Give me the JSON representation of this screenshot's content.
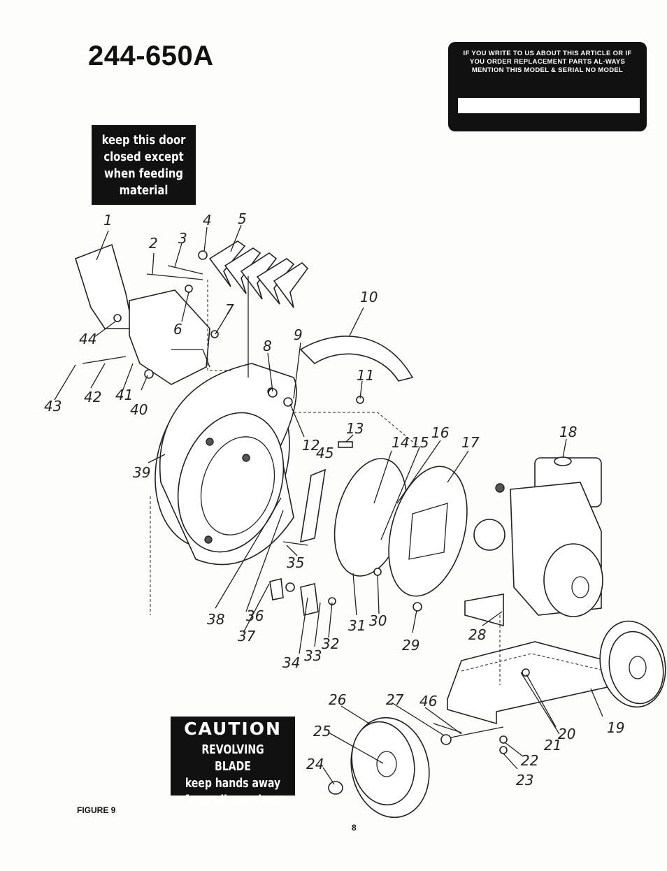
{
  "model_number": "244-650A",
  "notice_box": {
    "text": "IF YOU WRITE TO US ABOUT THIS ARTICLE OR IF YOU ORDER REPLACEMENT PARTS AL-WAYS MENTION THIS MODEL & SERIAL NO MODEL"
  },
  "door_sign": {
    "lines": [
      "keep this door",
      "closed except",
      "when feeding",
      "material"
    ]
  },
  "caution_sign": {
    "heading": "CAUTION",
    "lines": [
      "REVOLVING BLADE",
      "keep hands away",
      "from all openings"
    ]
  },
  "figure_label": "FIGURE 9",
  "page_number": "8",
  "callouts": {
    "c1": "1",
    "c2": "2",
    "c3": "3",
    "c4": "4",
    "c5": "5",
    "c6": "6",
    "c7": "7",
    "c8": "8",
    "c9": "9",
    "c10": "10",
    "c11": "11",
    "c12": "12",
    "c13": "13",
    "c14": "14",
    "c15": "15",
    "c16": "16",
    "c17": "17",
    "c18": "18",
    "c19": "19",
    "c20": "20",
    "c21": "21",
    "c22": "22",
    "c23": "23",
    "c24": "24",
    "c25": "25",
    "c26": "26",
    "c27": "27",
    "c28": "28",
    "c29": "29",
    "c30": "30",
    "c31": "31",
    "c32": "32",
    "c33": "33",
    "c34": "34",
    "c35": "35",
    "c36": "36",
    "c37": "37",
    "c38": "38",
    "c39": "39",
    "c40": "40",
    "c41": "41",
    "c42": "42",
    "c43": "43",
    "c44": "44",
    "c45": "45",
    "c46": "46"
  }
}
